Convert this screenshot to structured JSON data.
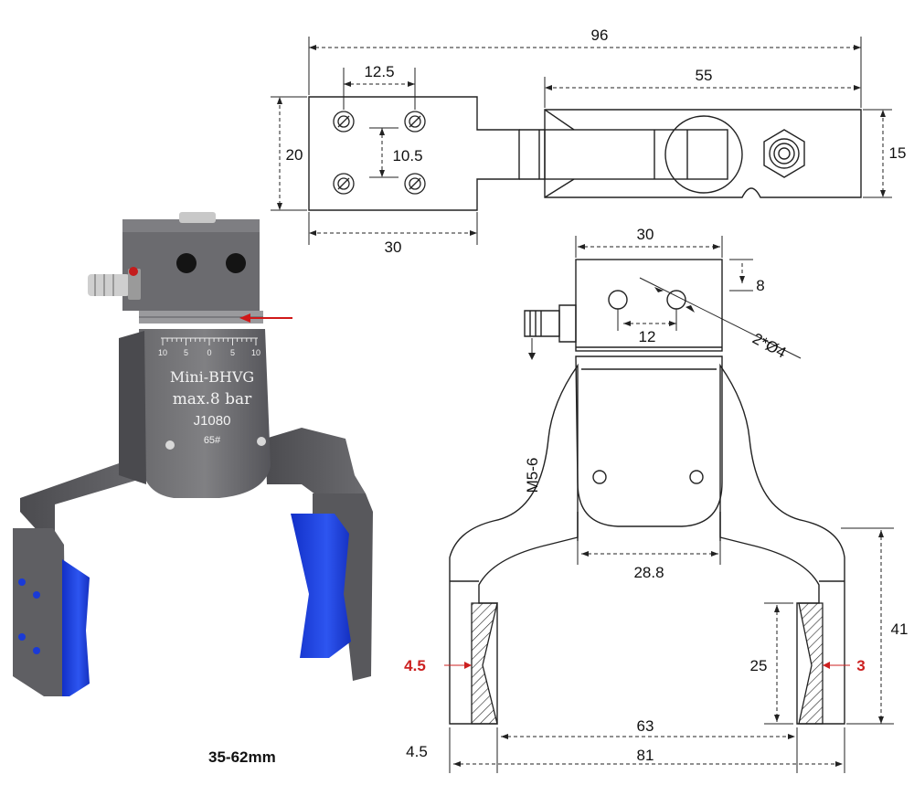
{
  "photo": {
    "scale_ticks": [
      "10",
      "5",
      "0",
      "5",
      "10"
    ],
    "label_line1": "Mini-BHVG",
    "label_line2": "max.8 bar",
    "label_line3": "J1080",
    "label_line4": "65#",
    "stroke_range": "35-62mm",
    "colors": {
      "body": "#5d5d60",
      "pad": "#1a3ad6",
      "arrow": "#d01818"
    }
  },
  "top_view": {
    "overall_length": "96",
    "hole_spacing_x": "12.5",
    "body_length": "55",
    "plate_height": "20",
    "hole_spacing_y": "10.5",
    "body_height": "15",
    "plate_length": "30"
  },
  "front_view": {
    "head_width": "30",
    "hole_offset_top": "8",
    "hole_spacing": "12",
    "hole_note": "2*Ø4",
    "port_thread": "M5-6",
    "body_width": "28.8",
    "jaw_height_total": "41",
    "pad_height": "25",
    "pad_thickness_left": "4.5",
    "pad_thickness_right": "3",
    "min_opening": "63",
    "jaw_thickness": "4.5",
    "max_width": "81"
  }
}
